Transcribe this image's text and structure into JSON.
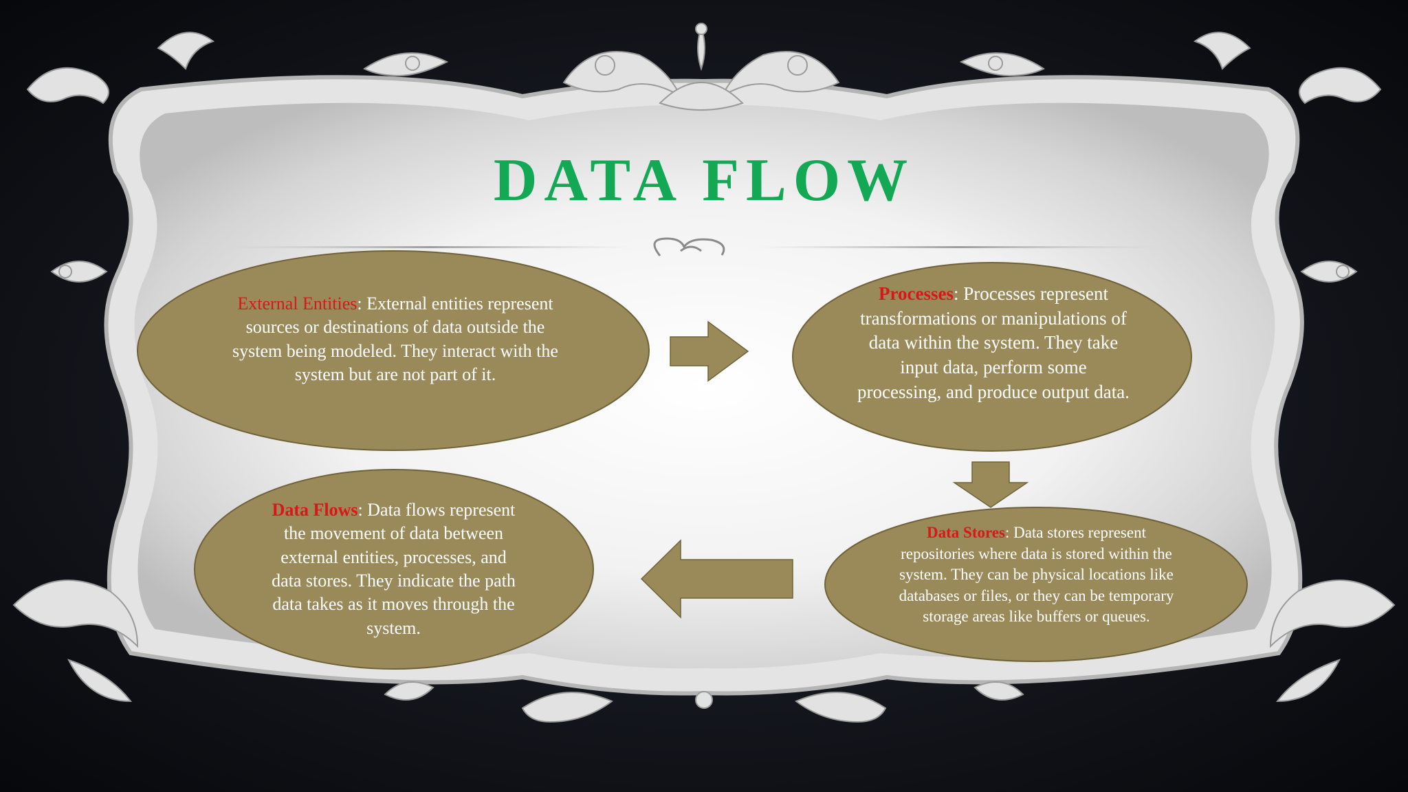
{
  "slide": {
    "title": "DATA FLOW",
    "colors": {
      "title": "#12a854",
      "ellipse_fill": "#9a8a5a",
      "ellipse_stroke": "#6e6238",
      "arrow_fill": "#9a8a5a",
      "term": "#d81818",
      "frame": "#e4e4e4",
      "background": "#14161d"
    }
  },
  "nodes": {
    "external": {
      "term": "External Entities",
      "description": ": External entities represent sources or destinations of data outside the system being modeled. They interact with the system but are not part of it."
    },
    "processes": {
      "term": "Processes",
      "description": ": Processes represent transformations or manipulations of data within the system. They take input data, perform some processing, and produce output data."
    },
    "stores": {
      "term": "Data Stores",
      "description": ": Data stores represent repositories where data is stored within the system. They can be physical locations like databases or files, or they can be temporary storage areas like buffers or queues."
    },
    "flows": {
      "term": "Data Flows",
      "description": ": Data flows represent the movement of data between external entities, processes, and data stores. They indicate the path data takes as it moves through the system."
    }
  },
  "arrows": {
    "external_to_processes": "arrow-right-icon",
    "processes_to_stores": "arrow-down-icon",
    "stores_to_flows": "arrow-left-icon"
  }
}
